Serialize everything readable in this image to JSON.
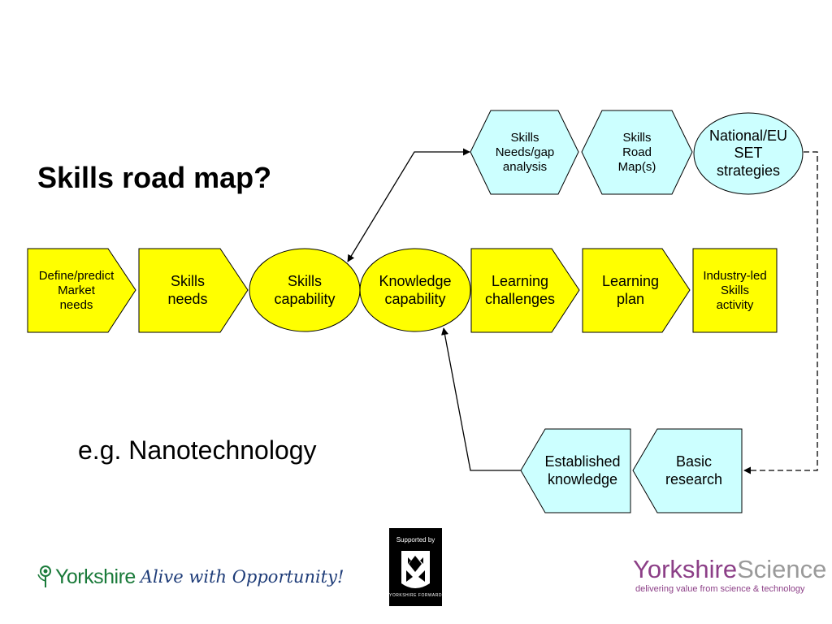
{
  "slide": {
    "title": "Skills road map?",
    "example": "e.g. Nanotechnology"
  },
  "diagram": {
    "colors": {
      "yellow": "#ffff00",
      "light_blue": "#ccffff",
      "stroke": "#000000"
    },
    "top_row": {
      "gap_analysis": "Skills\nNeeds/gap\nanalysis",
      "road_maps": "Skills\nRoad\nMap(s)",
      "strategies": "National/EU\nSET\nstrategies"
    },
    "main_row": {
      "define_predict": "Define/predict\nMarket\nneeds",
      "skills_needs": "Skills\nneeds",
      "skills_capability": "Skills\ncapability",
      "knowledge_capability": "Knowledge\ncapability",
      "learning_challenges": "Learning\nchallenges",
      "learning_plan": "Learning\nplan",
      "industry_led": "Industry-led\nSkills\nactivity"
    },
    "bottom_row": {
      "established_knowledge": "Established\nknowledge",
      "basic_research": "Basic\nresearch"
    }
  },
  "footer": {
    "yorkshire_logo": {
      "wordmark": "Yorkshire",
      "slogan": "Alive with Opportunity!"
    },
    "badge": {
      "supported_by": "Supported by",
      "name": "YORKSHIRE FORWARD"
    },
    "yorkshire_science": {
      "name_part1": "Yorkshire",
      "name_part2": "Science",
      "tagline": "delivering value from science & technology"
    }
  }
}
